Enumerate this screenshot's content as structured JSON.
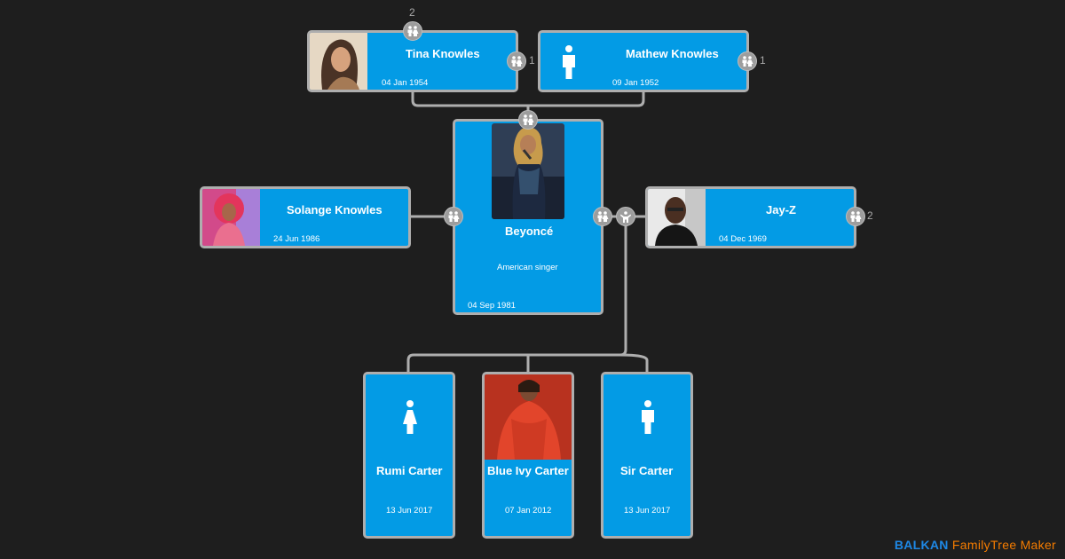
{
  "people": {
    "tina": {
      "name": "Tina Knowles",
      "date": "04 Jan 1954",
      "partner_count": "1",
      "parent_count": "2"
    },
    "mathew": {
      "name": "Mathew Knowles",
      "date": "09 Jan 1952",
      "partner_count": "1"
    },
    "beyonce": {
      "name": "Beyoncé",
      "desc": "American singer",
      "date": "04 Sep 1981"
    },
    "solange": {
      "name": "Solange Knowles",
      "date": "24 Jun 1986"
    },
    "jayz": {
      "name": "Jay-Z",
      "date": "04 Dec 1969",
      "partner_count": "2"
    },
    "rumi": {
      "name": "Rumi Carter",
      "date": "13 Jun 2017"
    },
    "blue": {
      "name": "Blue Ivy Carter",
      "date": "07 Jan 2012"
    },
    "sir": {
      "name": "Sir Carter",
      "date": "13 Jun 2017"
    }
  },
  "icons": {
    "couple": "couple-icon",
    "child": "child-icon",
    "female": "female-icon",
    "male": "male-icon"
  },
  "colors": {
    "background": "#1e1e1e",
    "card": "#039be5",
    "card_border": "#aeaeae",
    "link": "#aeaeae",
    "brand_primary": "#1e88e5",
    "brand_secondary": "#f57c00"
  },
  "branding": {
    "company": "BALKAN",
    "product": "FamilyTree Maker"
  }
}
